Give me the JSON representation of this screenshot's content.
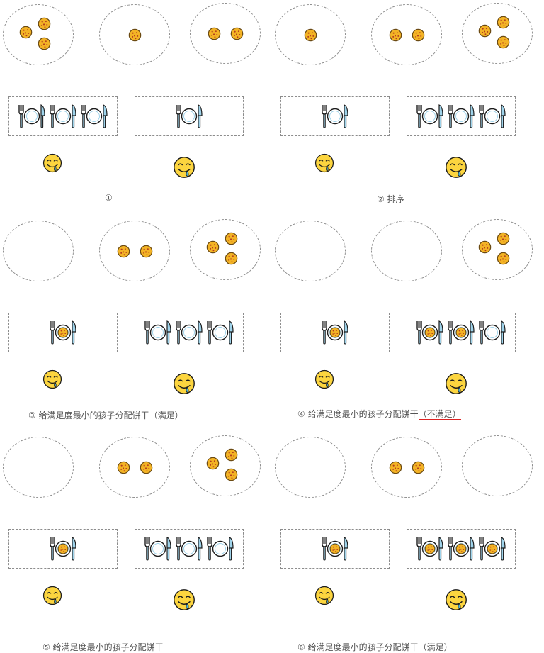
{
  "colors": {
    "cookie_fill": "#f3b325",
    "cookie_stroke": "#6b4a12",
    "cookie_chip": "#b23b1e",
    "face_fill": "#fcd53f",
    "drool": "#4fb6d9",
    "dash": "#8c8c8c",
    "underline": "#d22222"
  },
  "icons": {
    "cookie": "cookie-icon",
    "place": "plate-fork-knife-icon",
    "child": "drooling-smiley-icon"
  },
  "panels": [
    {
      "caption": "① ",
      "cookies": [
        3,
        1,
        2
      ],
      "plates": [
        3,
        1
      ],
      "filled": [
        0,
        0
      ]
    },
    {
      "caption": "② 排序",
      "cookies": [
        1,
        2,
        3
      ],
      "plates": [
        1,
        3
      ],
      "filled": [
        0,
        0
      ]
    },
    {
      "caption": "③ 给满足度最小的孩子分配饼干（满足）",
      "cookies": [
        0,
        2,
        3
      ],
      "plates": [
        1,
        3
      ],
      "filled": [
        1,
        0
      ]
    },
    {
      "caption_prefix": "④ 给满足度最小的孩子分配饼干",
      "caption_marked": "（不满足）",
      "cookies": [
        0,
        0,
        3
      ],
      "plates": [
        1,
        3
      ],
      "filled": [
        1,
        2
      ]
    },
    {
      "caption": "⑤ 给满足度最小的孩子分配饼干",
      "cookies": [
        0,
        2,
        3
      ],
      "plates": [
        1,
        3
      ],
      "filled": [
        1,
        0
      ]
    },
    {
      "caption": "⑥ 给满足度最小的孩子分配饼干（满足）",
      "cookies": [
        0,
        2,
        0
      ],
      "plates": [
        1,
        3
      ],
      "filled": [
        1,
        3
      ]
    }
  ]
}
